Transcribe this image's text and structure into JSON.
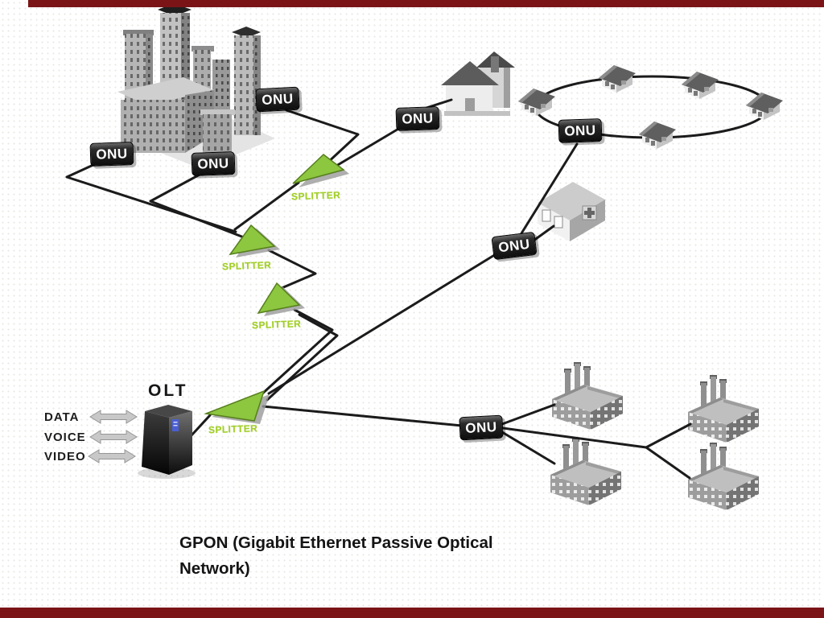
{
  "frame": {
    "top_bar_color": "#7b1416",
    "bottom_bar_color": "#7b1416"
  },
  "diagram": {
    "caption": "GPON (Gigabit Ethernet Passive Optical Network)",
    "onu_label": "ONU",
    "splitter_label": "SPLITTER",
    "olt": {
      "label": "OLT",
      "services": [
        {
          "label": "DATA"
        },
        {
          "label": "VOICE"
        },
        {
          "label": "VIDEO"
        }
      ]
    },
    "colors": {
      "fiber_line": "#1b1b1b",
      "splitter_fill": "#8dc63f",
      "splitter_text": "#a2ce27",
      "accent_bar": "#7b1416"
    }
  }
}
